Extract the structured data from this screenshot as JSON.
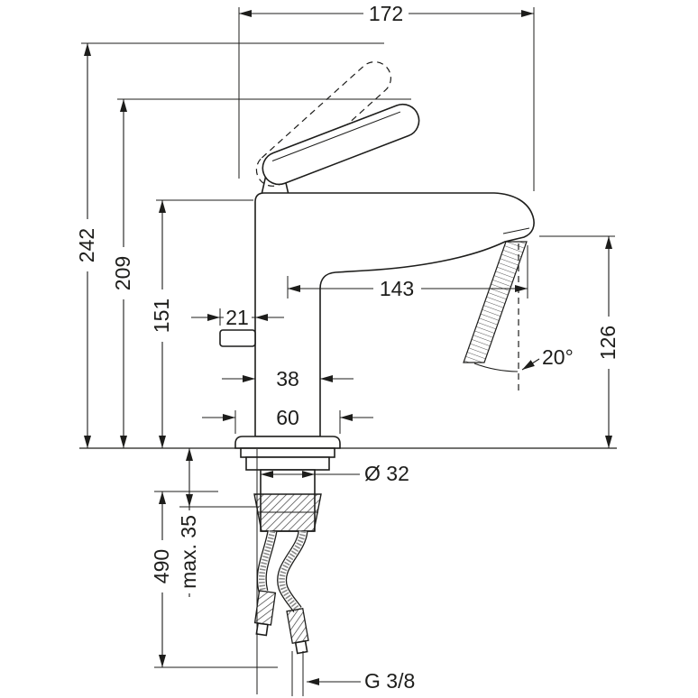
{
  "drawing": {
    "subject": "single-lever basin mixer technical dimension drawing",
    "background_color": "#ffffff",
    "line_color": "#1d1d1b",
    "dims": {
      "width_top": "172",
      "height_total": "242",
      "height_handle": "209",
      "height_spout": "151",
      "side_tab_width": "21",
      "spout_reach": "143",
      "outlet_height": "126",
      "stream_angle": "20°",
      "body_depth": "38",
      "base_depth": "60",
      "shank_diameter": "Ø 32",
      "max_deck_thickness": "max. 35",
      "hose_length": "490",
      "connection_thread": "G 3/8"
    }
  }
}
